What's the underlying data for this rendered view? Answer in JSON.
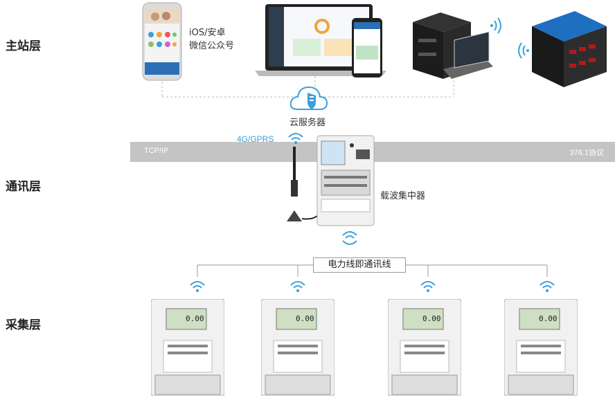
{
  "layers": {
    "master": "主站层",
    "comm": "通讯层",
    "collect": "采集层"
  },
  "phone_caption": {
    "line1": "iOS/安卓",
    "line2": "微信公众号"
  },
  "cloud_label": "云服务器",
  "protocol_band": {
    "left": "TCP/IP",
    "right": "376.1协议"
  },
  "gprs_label": "4G/GPRS",
  "concentrator_label": "载波集中器",
  "bus_label": "电力线即通讯线",
  "meter_display": "0.00",
  "colors": {
    "wifi": "#3aa0dc",
    "band": "#c4c4c4",
    "cloud": "#3aa0dc",
    "server_top": "#1e6fc0"
  }
}
